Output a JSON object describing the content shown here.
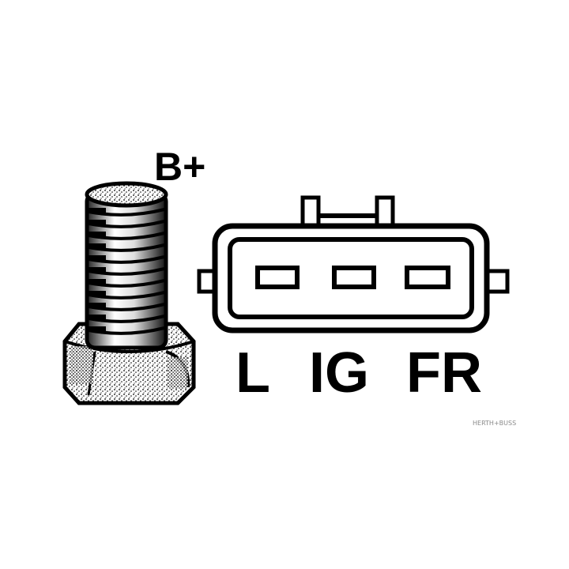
{
  "diagram": {
    "terminal_label": "B+",
    "pin_labels": [
      "L",
      "IG",
      "FR"
    ],
    "watermark": "HERTH+BUSS",
    "colors": {
      "ink": "#000000",
      "background": "#ffffff",
      "watermark": "#8a8a8a"
    }
  }
}
